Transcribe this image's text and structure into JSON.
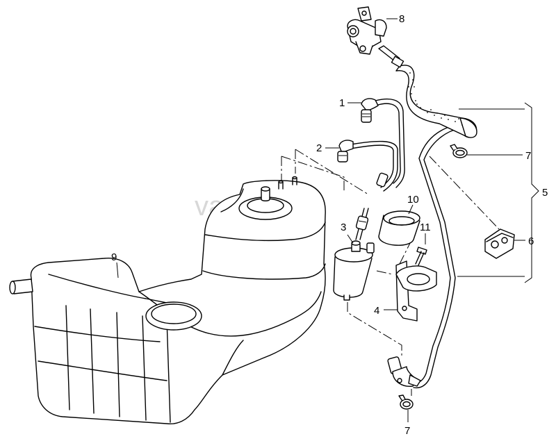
{
  "watermark": "vagtec.ru",
  "callouts": {
    "c1": "1",
    "c2": "2",
    "c3": "3",
    "c4": "4",
    "c5": "5",
    "c6": "6",
    "c7a": "7",
    "c7b": "7",
    "c8": "8",
    "c9": "9",
    "c10": "10",
    "c11": "11"
  }
}
